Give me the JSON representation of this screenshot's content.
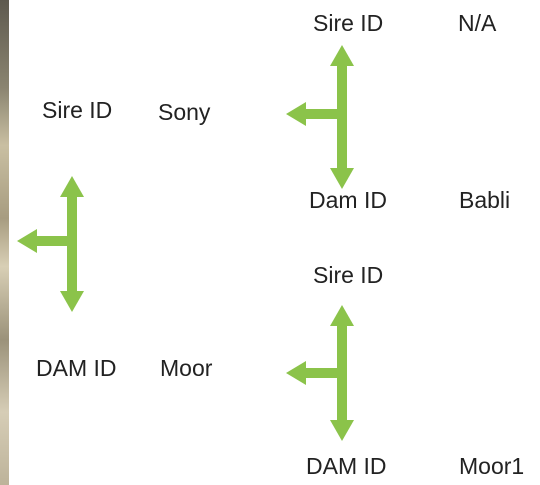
{
  "generation1": {
    "sire": {
      "label": "Sire ID",
      "value": "Sony"
    },
    "dam": {
      "label": "DAM ID",
      "value": "Moor"
    }
  },
  "sony_parents": {
    "sire": {
      "label": "Sire ID",
      "value": "N/A"
    },
    "dam": {
      "label": "Dam ID",
      "value": "Babli"
    }
  },
  "moor_parents": {
    "sire": {
      "label": "Sire ID",
      "value": ""
    },
    "dam": {
      "label": "DAM ID",
      "value": "Moor1"
    }
  },
  "colors": {
    "arrow": "#8bc34a",
    "text": "#222222"
  }
}
